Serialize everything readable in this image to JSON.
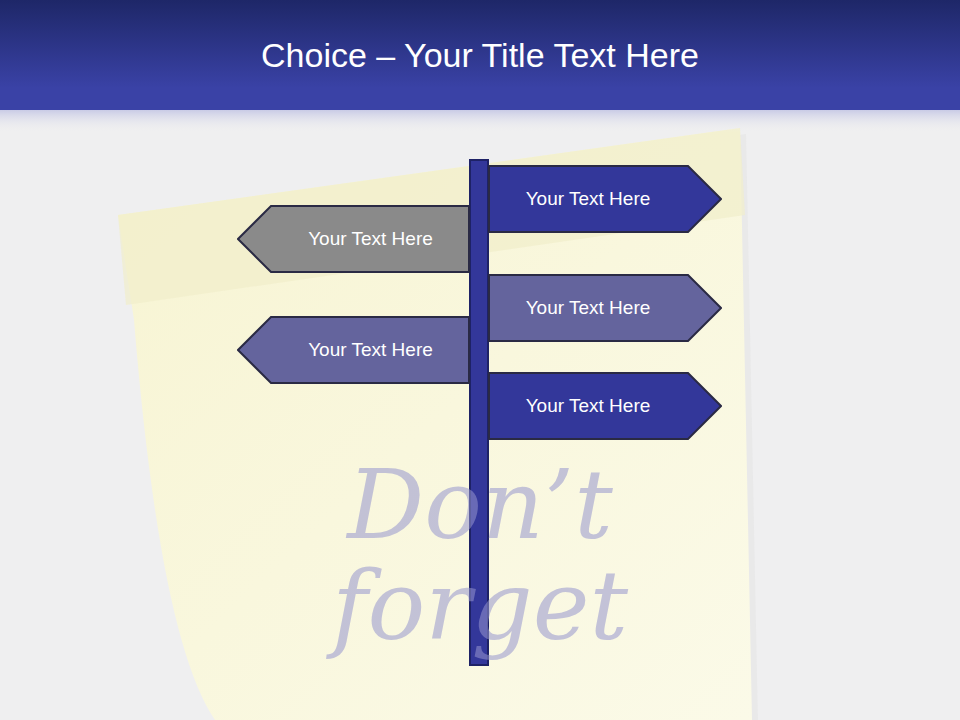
{
  "diagram": {
    "title": "Choice – Your Title Text Here",
    "nodes": [
      {
        "text": [
          "Your Text Here"
        ]
      },
      {
        "text": [
          "Your Text Here"
        ]
      },
      {
        "text": [
          "Your Text Here"
        ]
      },
      {
        "text": [
          "Your Text Here"
        ]
      },
      {
        "text": [
          "Your Text Here"
        ]
      }
    ],
    "edges": [],
    "labels": [
      "Don’t forget"
    ]
  }
}
